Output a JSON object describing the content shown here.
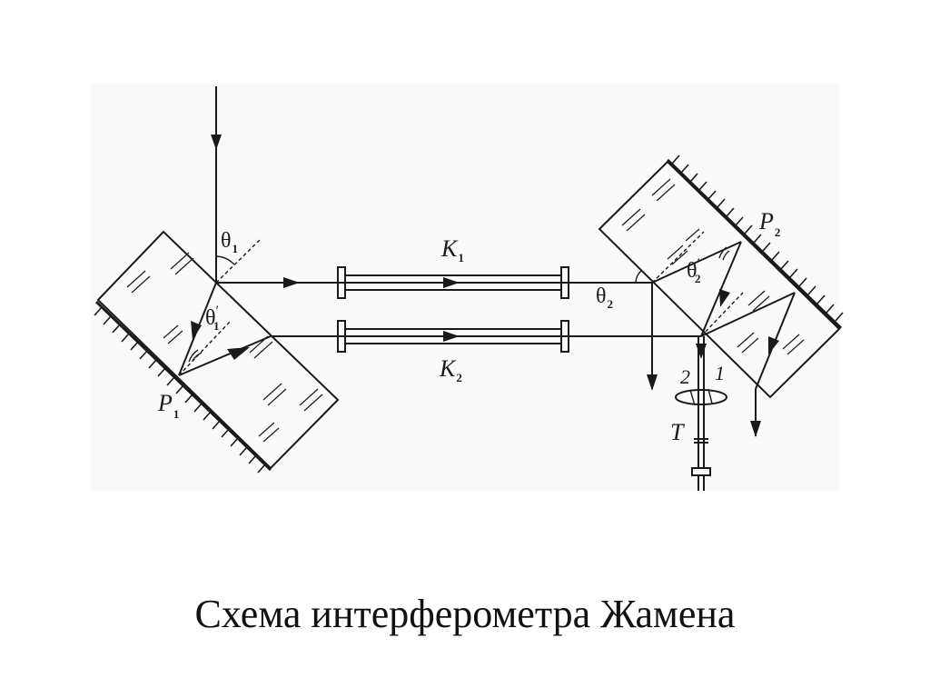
{
  "caption": "Схема интерферометра Жамена",
  "labels": {
    "theta1": "θ",
    "theta1_sub": "1",
    "theta1p": "θ",
    "theta1p_prime": "′",
    "theta1p_sub": "1",
    "theta2": "θ",
    "theta2_sub": "2",
    "theta2p": "θ",
    "theta2p_prime": "′",
    "theta2p_sub": "2",
    "K1": "K",
    "K1_sub": "1",
    "K2": "K",
    "K2_sub": "2",
    "P1": "P",
    "P1_sub": "1",
    "P2": "P",
    "P2_sub": "2",
    "T": "T",
    "beam1": "1",
    "beam2": "2"
  },
  "colors": {
    "ink": "#1a1a1a",
    "figure_bg": "#fafafa"
  }
}
